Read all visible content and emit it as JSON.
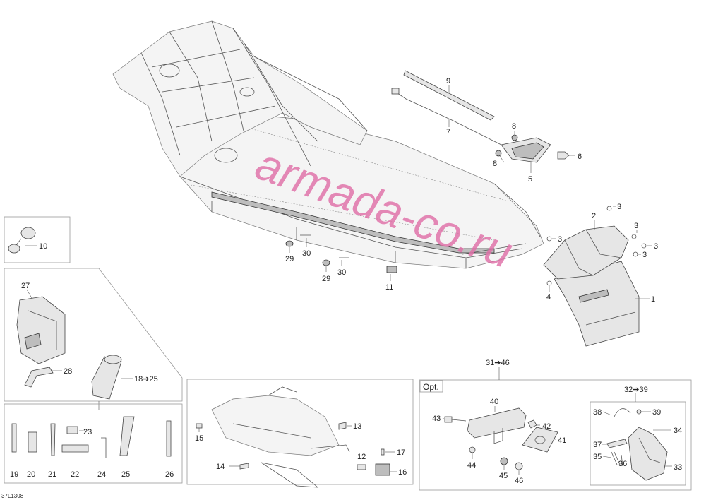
{
  "watermark": "armada-co.ru",
  "ref_code": "37L1308",
  "option_label": "Opt.",
  "group_labels": {
    "g18": "18➔25",
    "g31": "31➔46",
    "g32": "32➔39"
  },
  "callouts": {
    "c1": "1",
    "c2": "2",
    "c3a": "3",
    "c3b": "3",
    "c3c": "3",
    "c3d": "3",
    "c3e": "3",
    "c4": "4",
    "c5": "5",
    "c6": "6",
    "c7": "7",
    "c8a": "8",
    "c8b": "8",
    "c9": "9",
    "c10": "10",
    "c11": "11",
    "c12": "12",
    "c13": "13",
    "c14": "14",
    "c15": "15",
    "c16": "16",
    "c17": "17",
    "c19": "19",
    "c20": "20",
    "c21": "21",
    "c22": "22",
    "c23": "23",
    "c24": "24",
    "c25": "25",
    "c26": "26",
    "c27": "27",
    "c28": "28",
    "c29a": "29",
    "c29b": "29",
    "c30a": "30",
    "c30b": "30",
    "c33": "33",
    "c34": "34",
    "c35": "35",
    "c36": "36",
    "c37": "37",
    "c38": "38",
    "c39": "39",
    "c40": "40",
    "c41": "41",
    "c42": "42",
    "c43": "43",
    "c44": "44",
    "c45": "45",
    "c46": "46"
  }
}
